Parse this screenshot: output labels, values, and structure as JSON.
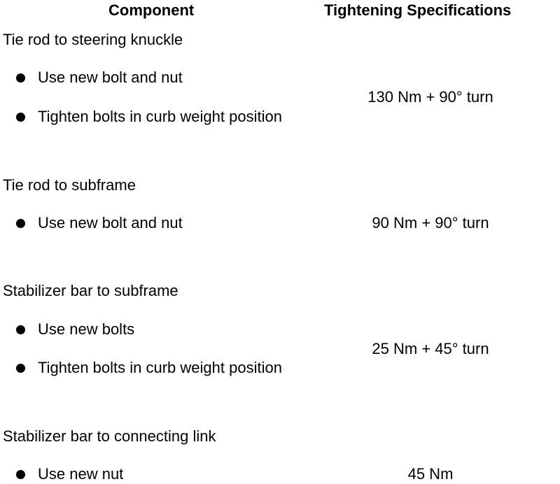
{
  "headers": {
    "component": "Component",
    "specifications": "Tightening Specifications"
  },
  "components": [
    {
      "title": "Tie rod to steering knuckle",
      "bullets": [
        "Use new bolt and nut",
        "Tighten bolts in curb weight position"
      ],
      "spec": "130 Nm + 90° turn"
    },
    {
      "title": "Tie rod to subframe",
      "bullets": [
        "Use new bolt and nut"
      ],
      "spec": "90 Nm + 90° turn"
    },
    {
      "title": "Stabilizer bar to subframe",
      "bullets": [
        "Use new bolts",
        "Tighten bolts in curb weight position"
      ],
      "spec": "25 Nm + 45° turn"
    },
    {
      "title": "Stabilizer bar to connecting link",
      "bullets": [
        "Use new nut"
      ],
      "spec": "45 Nm"
    }
  ]
}
